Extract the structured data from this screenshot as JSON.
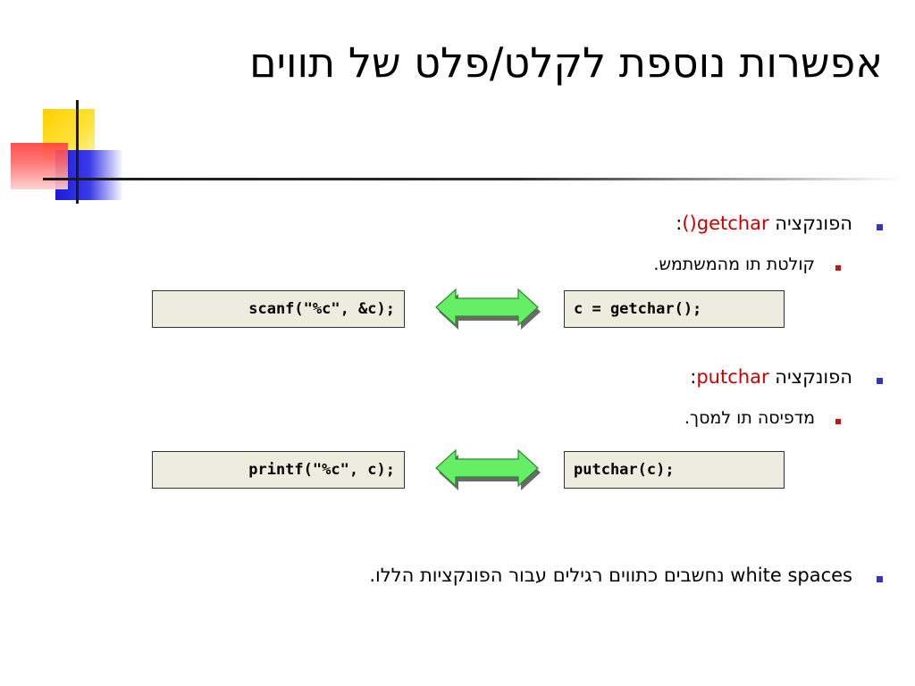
{
  "title": "אפשרות נוספת לקלט/פלט של תווים",
  "sections": [
    {
      "bullet_prefix": "הפונקציה ",
      "function_name": "getchar()",
      "bullet_suffix": ":",
      "sub_bullet": "קולטת תו מהמשתמש.",
      "left_code": "scanf(\"%c\", &c);",
      "right_code": "c = getchar();"
    },
    {
      "bullet_prefix": "הפונקציה ",
      "function_name": "putchar",
      "bullet_suffix": ":",
      "sub_bullet": "מדפיסה תו למסך.",
      "left_code": "printf(\"%c\", c);",
      "right_code": "putchar(c);"
    }
  ],
  "note": {
    "prefix": "white spaces",
    "text": " נחשבים כתווים רגילים עבור הפונקציות הללו."
  },
  "colors": {
    "bullet_level1": "#3333cc",
    "bullet_level2": "#cc1111",
    "function_name": "#cc0000",
    "code_background": "#ececdf",
    "arrow_fill": "#66ee66"
  },
  "icons": [
    "double-arrow-icon",
    "logo-squares"
  ]
}
